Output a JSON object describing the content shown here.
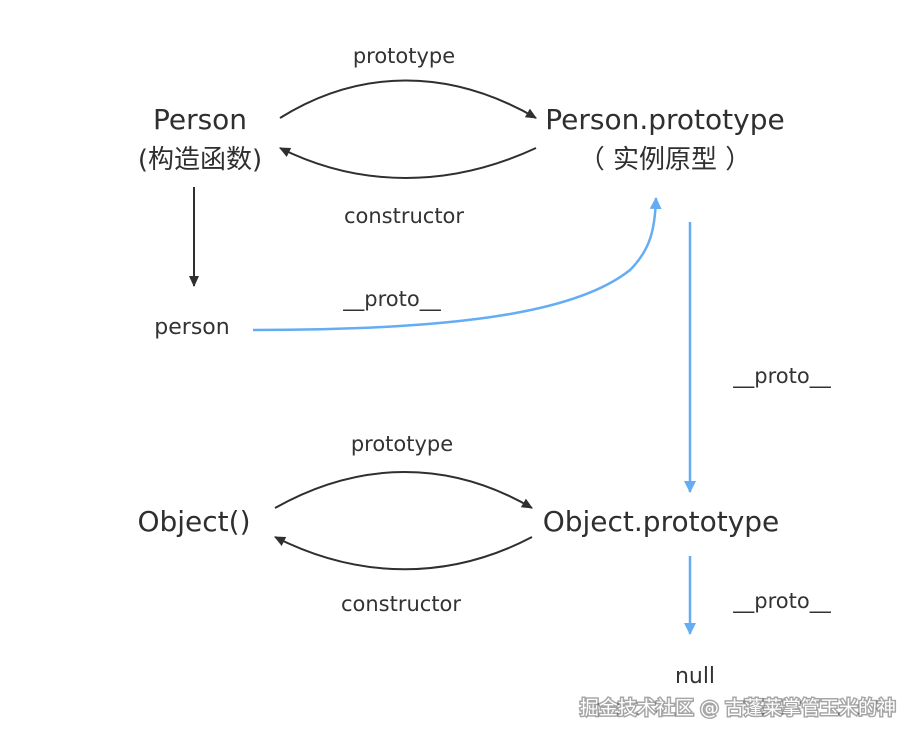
{
  "nodes": {
    "person_ctor": {
      "line1": "Person",
      "line2": "(构造函数)"
    },
    "person_proto": {
      "line1": "Person.prototype",
      "line2": "（ 实例原型 ）"
    },
    "person_instance": {
      "label": "person"
    },
    "object_ctor": {
      "label": "Object()"
    },
    "object_proto": {
      "label": "Object.prototype"
    },
    "null_node": {
      "label": "null"
    }
  },
  "edges": {
    "person_prototype": "prototype",
    "person_constructor": "constructor",
    "person_proto_link": "__proto__",
    "personproto_proto_link": "__proto__",
    "object_prototype": "prototype",
    "object_constructor": "constructor",
    "objectproto_proto_link": "__proto__"
  },
  "colors": {
    "black_arrow": "#2f2f2f",
    "blue_arrow": "#64adf5"
  },
  "watermark": "掘金技术社区 @ 古蓬莱掌管玉米的神"
}
